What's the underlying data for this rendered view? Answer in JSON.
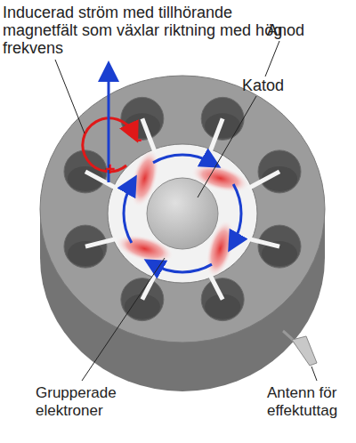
{
  "diagram": {
    "labels": [
      "Inducerad ström med tillhörande magnetfält som växlar riktning med hög frekvens",
      "Anod",
      "Katod",
      "Grupperade elektroner",
      "Antenn för effektuttag",
      "-",
      "+"
    ]
  }
}
